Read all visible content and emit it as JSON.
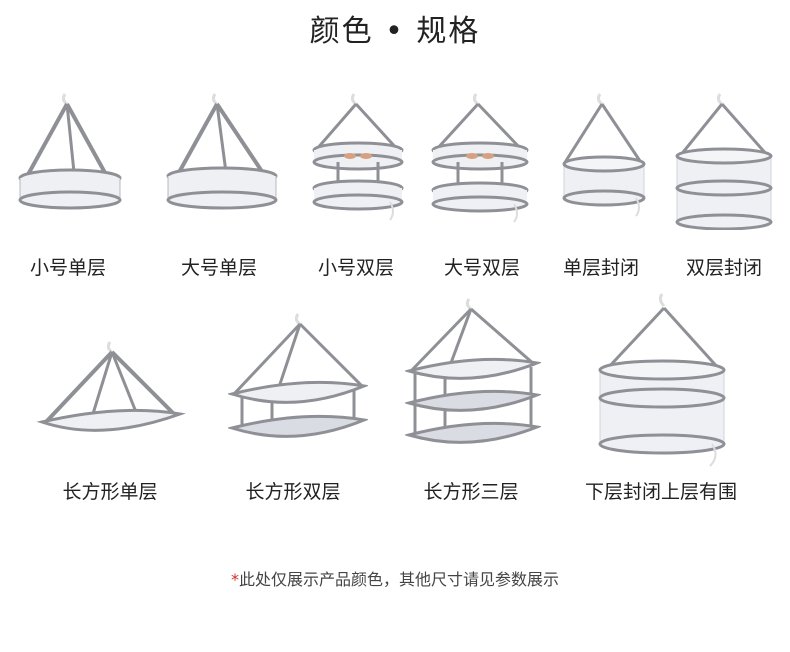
{
  "title": "颜色 • 规格",
  "colors": {
    "frame": "#8e9096",
    "mesh": "#eef0f4",
    "mesh_dark": "#d9dce2",
    "hook": "#f3f3f3"
  },
  "products": [
    {
      "label": "小号单层"
    },
    {
      "label": "大号单层"
    },
    {
      "label": "小号双层"
    },
    {
      "label": "大号双层"
    },
    {
      "label": "单层封闭"
    },
    {
      "label": "双层封闭"
    },
    {
      "label": "长方形单层"
    },
    {
      "label": "长方形双层"
    },
    {
      "label": "长方形三层"
    },
    {
      "label": "下层封闭上层有围"
    }
  ],
  "note": {
    "star": "*",
    "text": "此处仅展示产品颜色，其他尺寸请见参数展示"
  }
}
